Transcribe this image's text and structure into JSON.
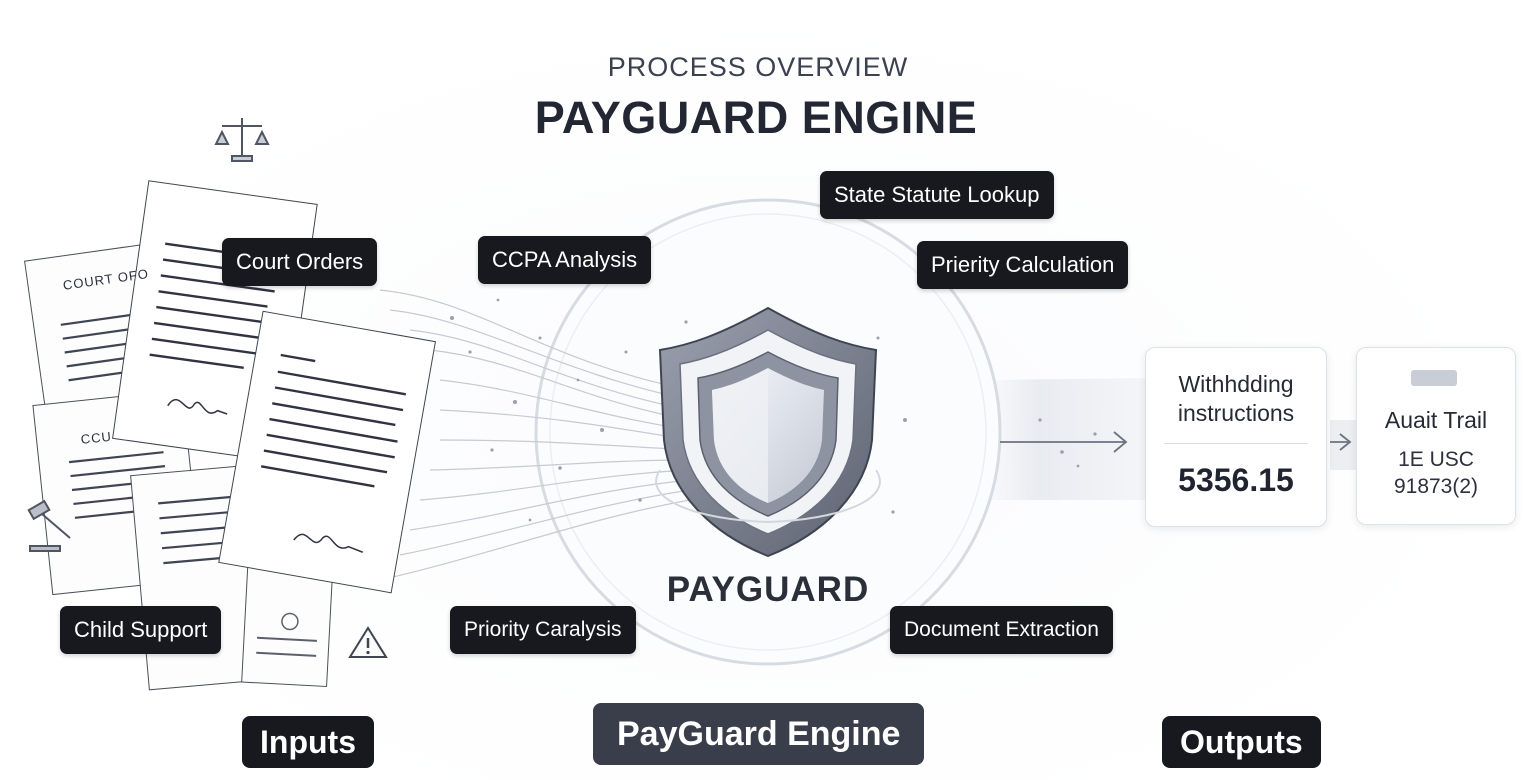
{
  "header": {
    "eyebrow": "PROCESS OVERVIEW",
    "title": "PAYGUARD ENGINE"
  },
  "inputs": {
    "doc_heading_1": "COURT OFO",
    "doc_heading_2": "CCU",
    "tags": {
      "court_orders": "Court Orders",
      "child_support": "Child Support"
    },
    "section_label": "Inputs"
  },
  "engine": {
    "shield_label": "PAYGUARD",
    "tags": {
      "ccpa_analysis": "CCPA Analysis",
      "state_statute_lookup": "State Statute Lookup",
      "priority_calculation": "Prierity Calculation",
      "priority_caralysis": "Priority Caralysis",
      "document_extraction": "Document Extraction"
    },
    "section_label": "PayGuard Engine"
  },
  "outputs": {
    "withholding_card": {
      "title": "Withhdding instructions",
      "value": "5356.15"
    },
    "audit_card": {
      "title": "Auait Trail",
      "reference": "1E USC 91873(2)"
    },
    "section_label": "Outputs"
  },
  "colors": {
    "tag_background": "#17191f",
    "center_label_background": "#3a3e4a",
    "shield_outer": "#7d8391",
    "shield_inner": "#b9bfcb",
    "flow_lines": "#c5cad3"
  },
  "icons": [
    "scales-icon",
    "gavel-icon",
    "warning-icon",
    "shield-icon",
    "arrow-right-icon",
    "signature-icon"
  ]
}
